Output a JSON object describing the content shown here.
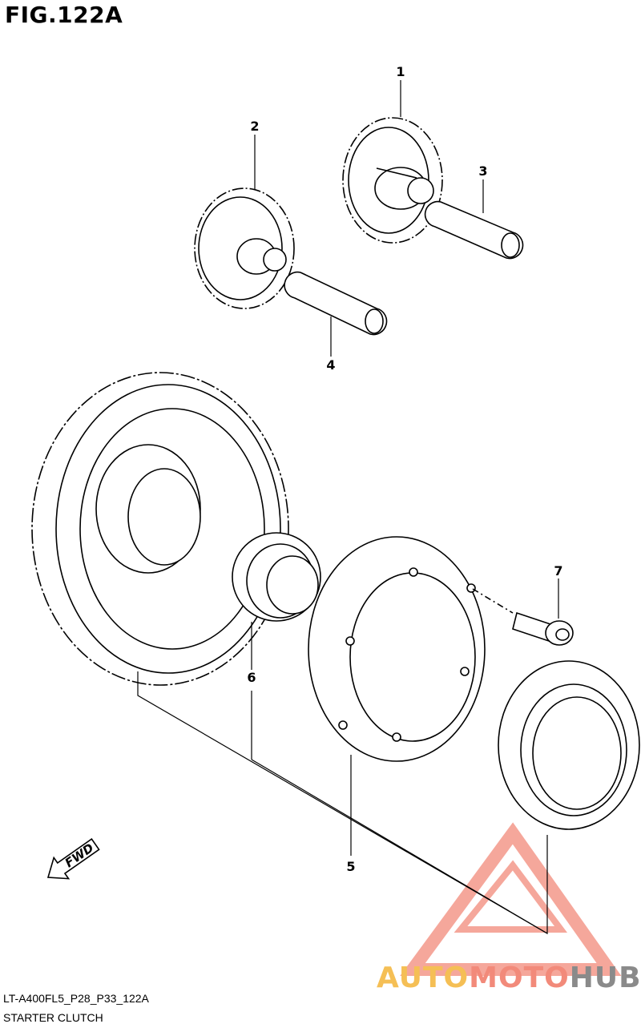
{
  "figure": {
    "title": "FIG.122A",
    "code": "LT-A400FL5_P28_P33_122A",
    "name": "STARTER CLUTCH"
  },
  "callouts": [
    "1",
    "2",
    "3",
    "4",
    "5",
    "6",
    "7"
  ],
  "direction_arrow": {
    "label": "FWD"
  },
  "watermark": {
    "part1": "AUTO",
    "part2": "MOTO",
    "part3": "HUB",
    "colors": {
      "auto": "#f5bf55",
      "moto": "#f28a7a",
      "hub": "#8a8a8a",
      "logo": "#f28a7a"
    }
  }
}
